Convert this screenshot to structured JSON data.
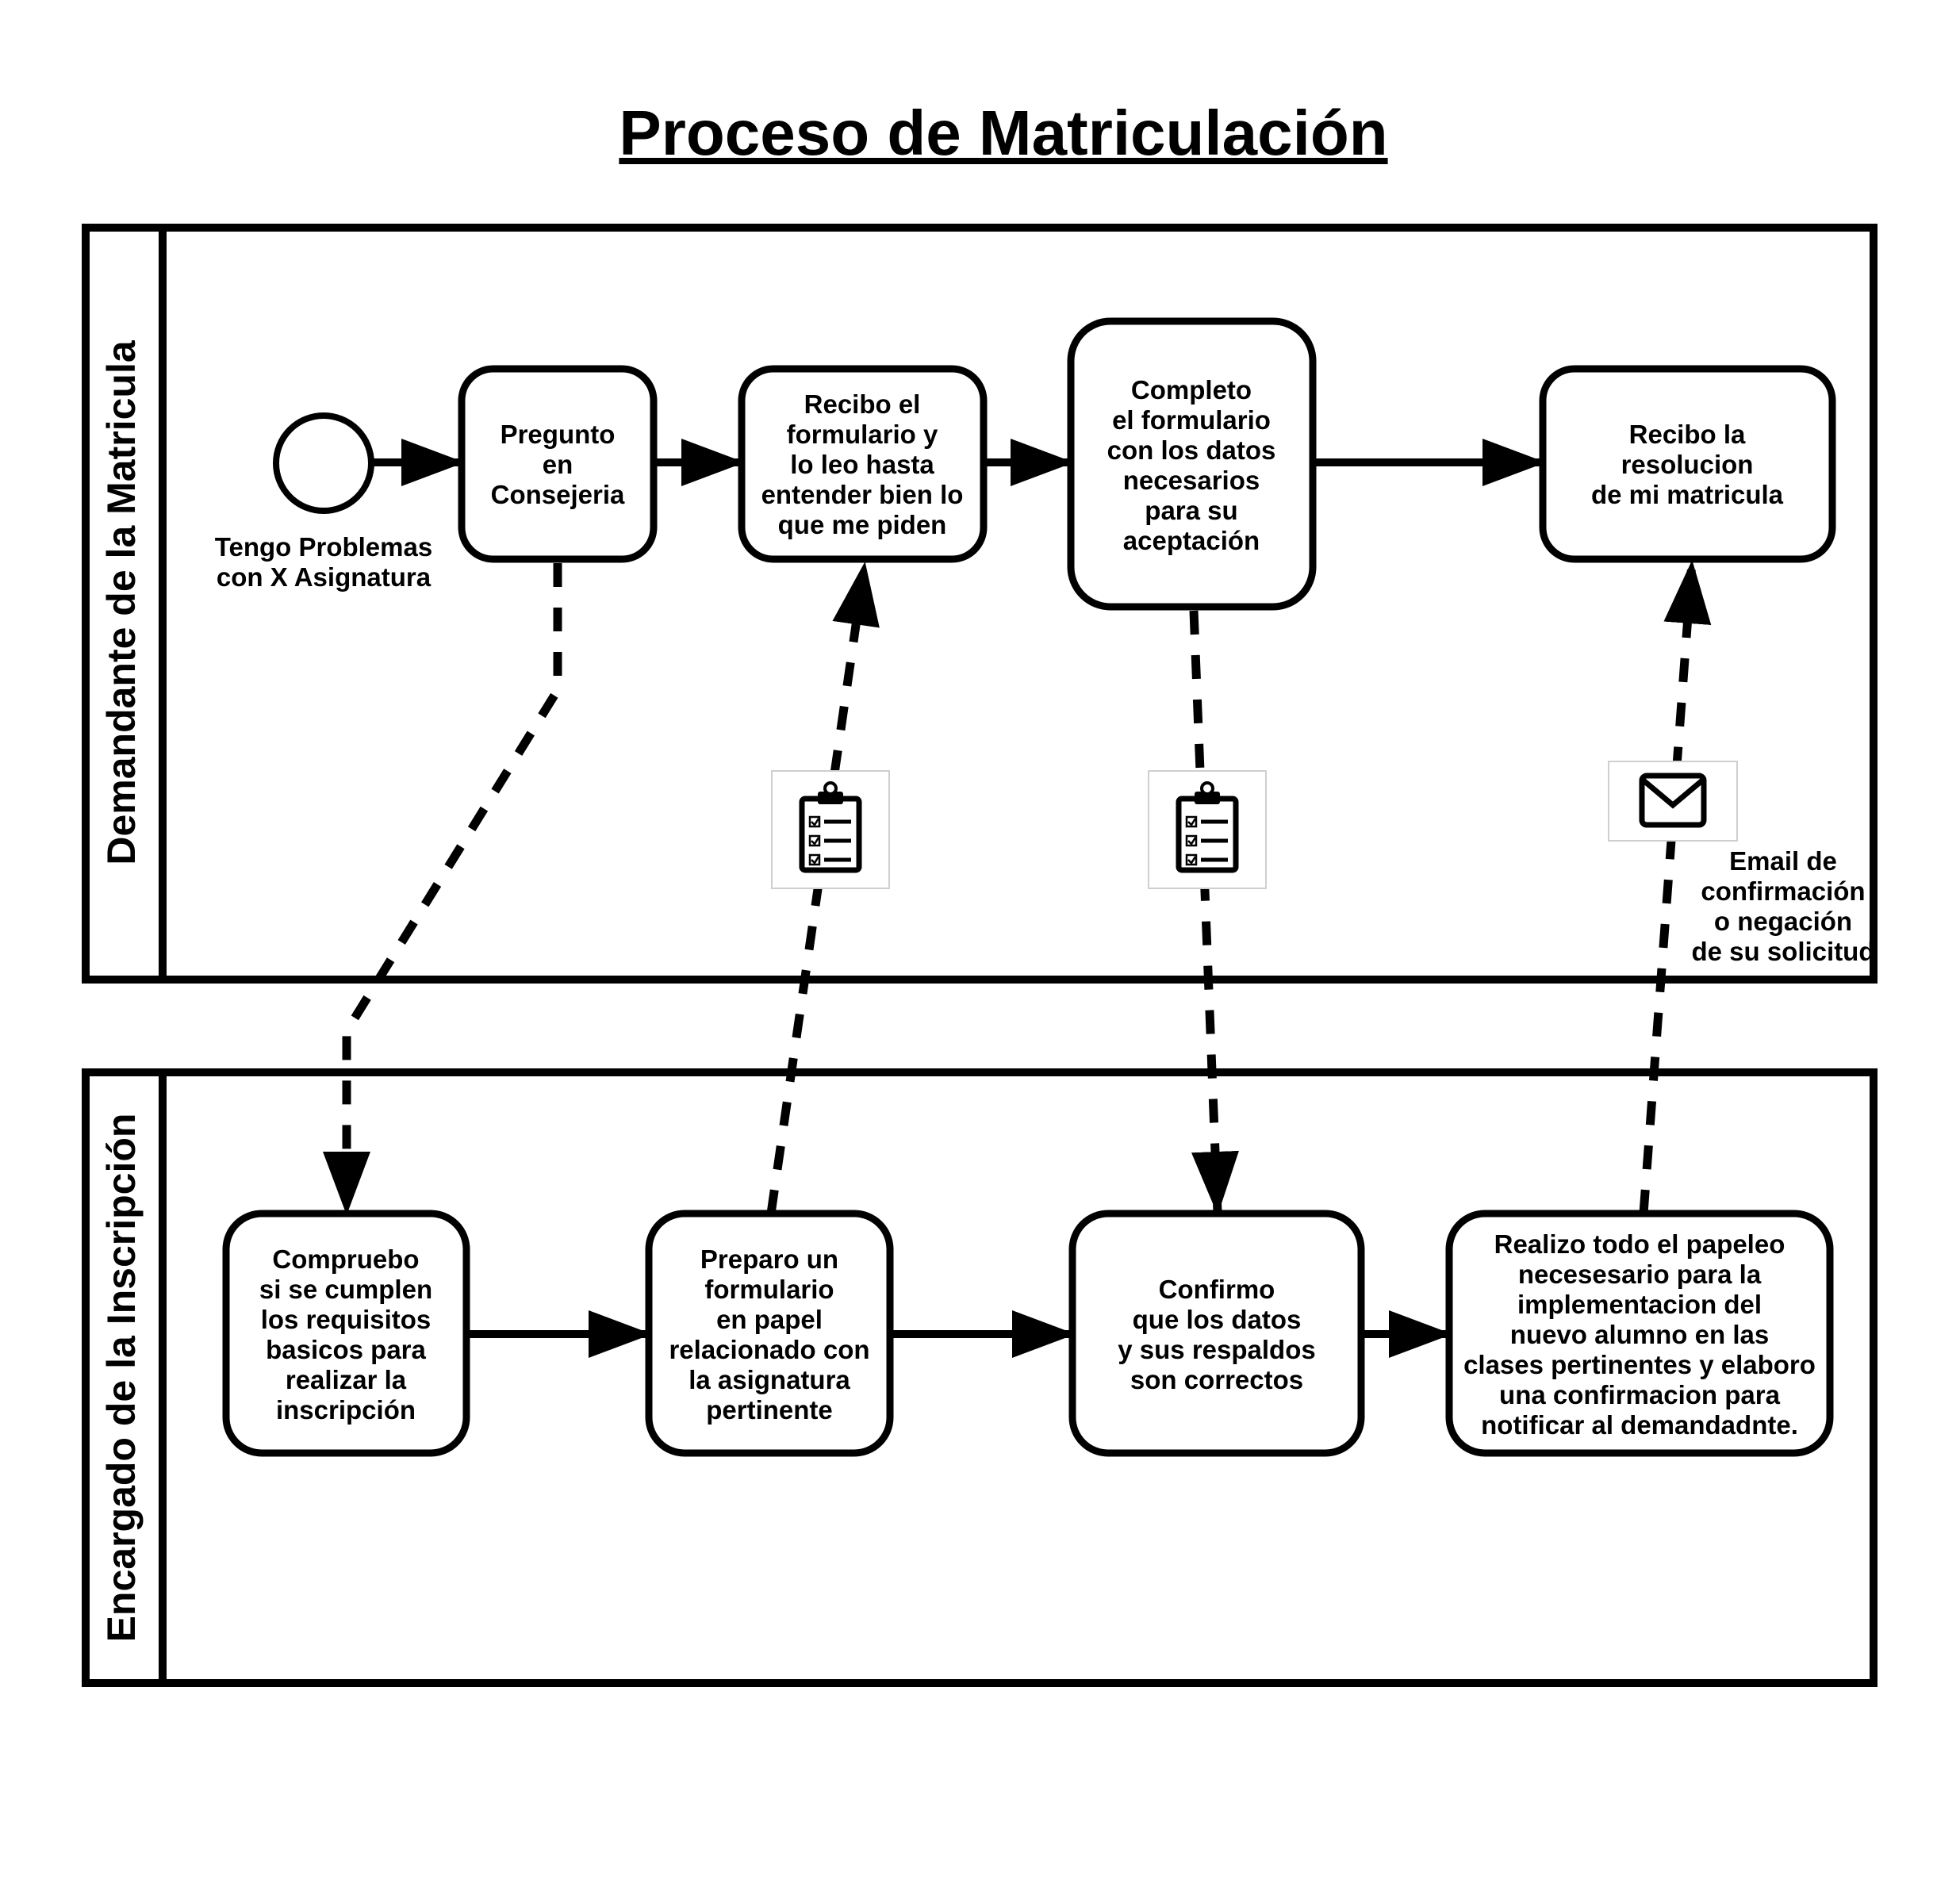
{
  "title": "Proceso de Matriculación",
  "lanes": [
    {
      "label": "Demandante de la Matricula"
    },
    {
      "label": "Encargado de la Inscripción"
    }
  ],
  "start_event": {
    "lines": [
      "Tengo Problemas",
      "con X Asignatura"
    ]
  },
  "tasks": [
    {
      "lines": [
        "Pregunto",
        "en",
        "Consejeria"
      ]
    },
    {
      "lines": [
        "Recibo el",
        "formulario y",
        "lo leo hasta",
        "entender bien lo",
        "que me piden"
      ]
    },
    {
      "lines": [
        "Completo",
        "el formulario",
        "con los datos",
        "necesarios",
        "para su",
        "aceptación"
      ]
    },
    {
      "lines": [
        "Recibo la",
        "resolucion",
        "de mi matricula"
      ]
    },
    {
      "lines": [
        "Compruebo",
        "si se cumplen",
        "los requisitos",
        "basicos para",
        "realizar la",
        "inscripción"
      ]
    },
    {
      "lines": [
        "Preparo un",
        "formulario",
        "en papel",
        "relacionado con",
        "la asignatura",
        "pertinente"
      ]
    },
    {
      "lines": [
        "Confirmo",
        "que los datos",
        "y sus respaldos",
        "son correctos"
      ]
    },
    {
      "lines": [
        "Realizo todo el papeleo",
        "necesesario para la",
        "implementacion del",
        "nuevo alumno en las",
        "clases pertinentes y elaboro",
        "una confirmacion para",
        "notificar al demandadnte."
      ]
    }
  ],
  "messages": [
    {
      "icon": "clipboard-checklist-icon"
    },
    {
      "icon": "clipboard-checklist-icon"
    },
    {
      "icon": "envelope-icon",
      "lines": [
        "Email de",
        "confirmación",
        "o negación",
        "de su solicitud"
      ]
    }
  ]
}
